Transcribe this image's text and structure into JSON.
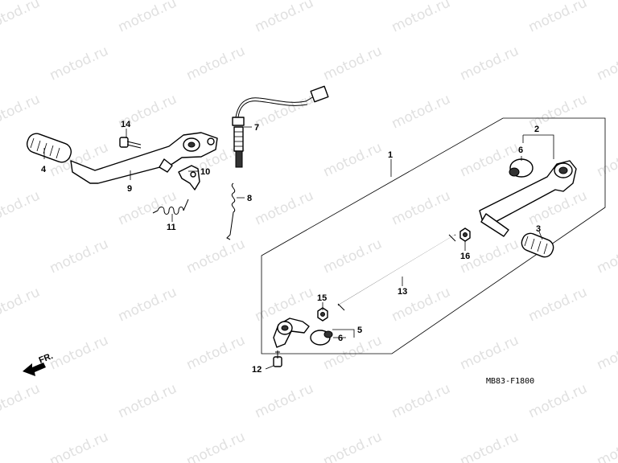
{
  "watermark_text": "motod.ru",
  "diagram_code": "MB83-F1800",
  "front_arrow_label": "FR.",
  "callouts": {
    "c1": "1",
    "c2": "2",
    "c3": "3",
    "c4": "4",
    "c5": "5",
    "c6a": "6",
    "c6b": "6",
    "c7": "7",
    "c8": "8",
    "c9": "9",
    "c10": "10",
    "c11": "11",
    "c12": "12",
    "c13": "13",
    "c14": "14",
    "c15": "15",
    "c16": "16"
  }
}
